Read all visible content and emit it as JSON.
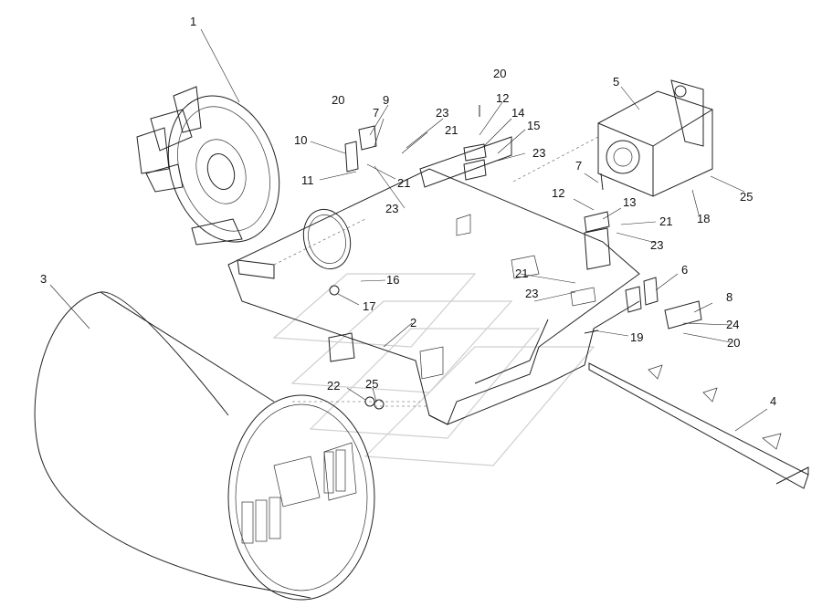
{
  "callouts": [
    {
      "id": "c1",
      "label": "1"
    },
    {
      "id": "c2",
      "label": "2"
    },
    {
      "id": "c3",
      "label": "3"
    },
    {
      "id": "c4",
      "label": "4"
    },
    {
      "id": "c5",
      "label": "5"
    },
    {
      "id": "c6",
      "label": "6"
    },
    {
      "id": "c7a",
      "label": "7"
    },
    {
      "id": "c7b",
      "label": "7"
    },
    {
      "id": "c8",
      "label": "8"
    },
    {
      "id": "c9",
      "label": "9"
    },
    {
      "id": "c10",
      "label": "10"
    },
    {
      "id": "c11",
      "label": "11"
    },
    {
      "id": "c12a",
      "label": "12"
    },
    {
      "id": "c12b",
      "label": "12"
    },
    {
      "id": "c13",
      "label": "13"
    },
    {
      "id": "c14",
      "label": "14"
    },
    {
      "id": "c15",
      "label": "15"
    },
    {
      "id": "c16",
      "label": "16"
    },
    {
      "id": "c17",
      "label": "17"
    },
    {
      "id": "c18",
      "label": "18"
    },
    {
      "id": "c19",
      "label": "19"
    },
    {
      "id": "c20a",
      "label": "20"
    },
    {
      "id": "c20b",
      "label": "20"
    },
    {
      "id": "c20c",
      "label": "20"
    },
    {
      "id": "c21a",
      "label": "21"
    },
    {
      "id": "c21b",
      "label": "21"
    },
    {
      "id": "c21c",
      "label": "21"
    },
    {
      "id": "c21d",
      "label": "21"
    },
    {
      "id": "c22",
      "label": "22"
    },
    {
      "id": "c23a",
      "label": "23"
    },
    {
      "id": "c23b",
      "label": "23"
    },
    {
      "id": "c23c",
      "label": "23"
    },
    {
      "id": "c23d",
      "label": "23"
    },
    {
      "id": "c23e",
      "label": "23"
    },
    {
      "id": "c24",
      "label": "24"
    },
    {
      "id": "c25a",
      "label": "25"
    },
    {
      "id": "c25b",
      "label": "25"
    }
  ]
}
